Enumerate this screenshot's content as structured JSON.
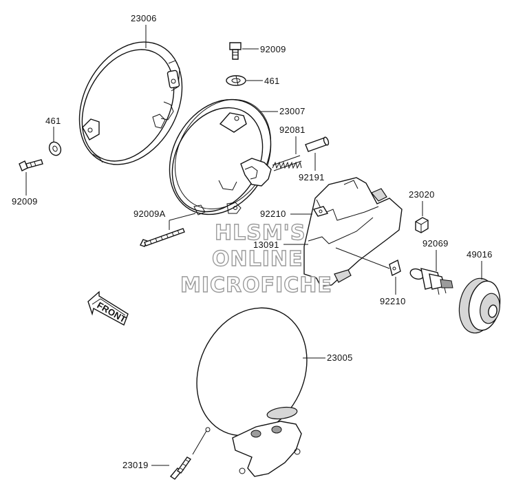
{
  "diagram": {
    "parts": [
      {
        "id": "23006"
      },
      {
        "id": "92009"
      },
      {
        "id": "461"
      },
      {
        "id": "461b",
        "label": "461"
      },
      {
        "id": "92009b",
        "label": "92009"
      },
      {
        "id": "23007"
      },
      {
        "id": "92081"
      },
      {
        "id": "92191"
      },
      {
        "id": "92009A"
      },
      {
        "id": "92210"
      },
      {
        "id": "13091"
      },
      {
        "id": "23020"
      },
      {
        "id": "92069"
      },
      {
        "id": "49016"
      },
      {
        "id": "92210b",
        "label": "92210"
      },
      {
        "id": "23005"
      },
      {
        "id": "23019"
      }
    ],
    "labels": {
      "p23006": "23006",
      "p92009_top": "92009",
      "p461_top": "461",
      "p461_left": "461",
      "p92009_left": "92009",
      "p23007": "23007",
      "p92081": "92081",
      "p92191": "92191",
      "p92009A": "92009A",
      "p92210_top": "92210",
      "p13091": "13091",
      "p23020": "23020",
      "p92069": "92069",
      "p49016": "49016",
      "p92210_bottom": "92210",
      "p23005": "23005",
      "p23019": "23019"
    },
    "front_arrow": "FRONT",
    "watermark": {
      "line1": "HLSM'S",
      "line2": "ONLINE",
      "line3": "MICROFICHE"
    }
  }
}
